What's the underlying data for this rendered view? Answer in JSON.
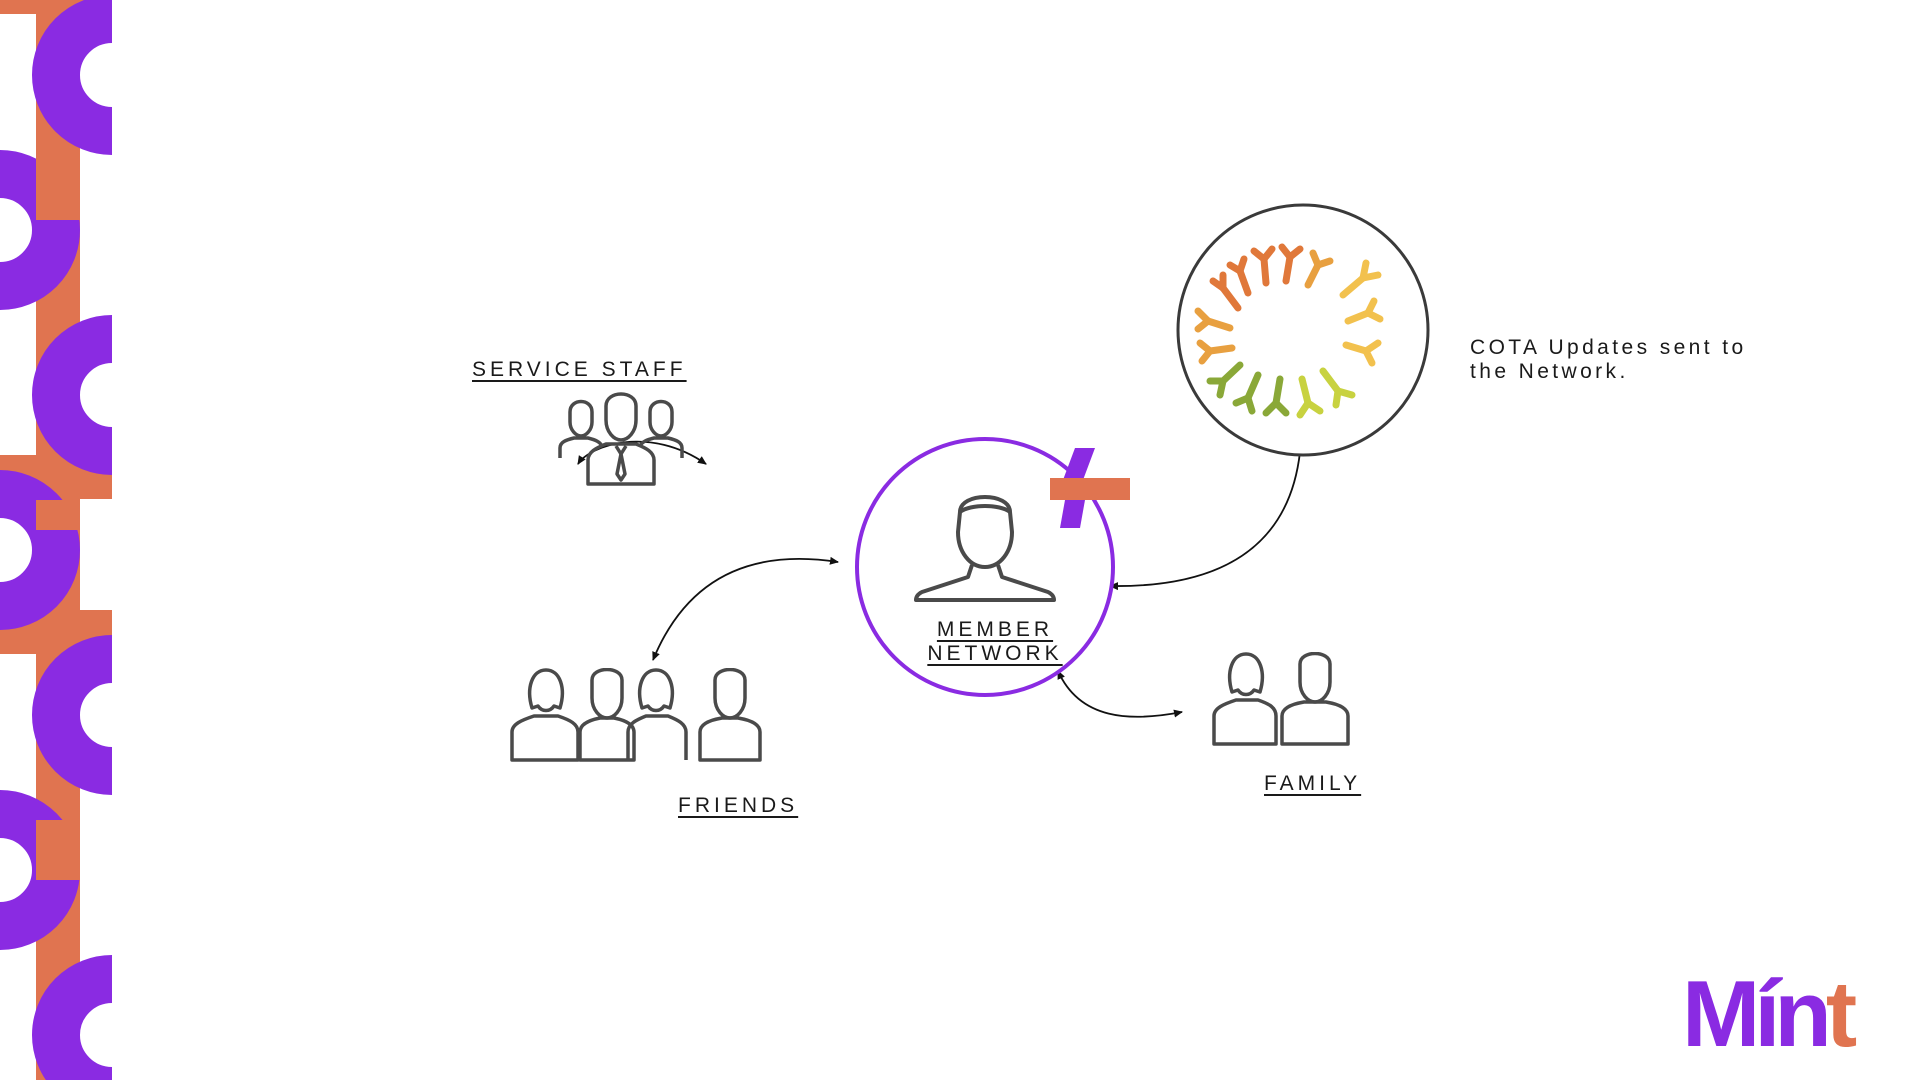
{
  "diagram": {
    "service_staff_label": "SERVICE STAFF",
    "member_label_line1": "MEMBER",
    "member_label_line2": "NETWORK",
    "friends_label": "FRIENDS",
    "family_label": "FAMILY",
    "cota_note_line1": "COTA Updates sent to",
    "cota_note_line2": "the Network."
  },
  "brand": {
    "logo_first": "Mín",
    "logo_last": "t",
    "purple": "#8a2be2",
    "orange": "#e07450"
  },
  "colors": {
    "icon_stroke": "#4a4a4a",
    "member_circle": "#8a2be2",
    "cota_circle": "#3a3a3a"
  }
}
